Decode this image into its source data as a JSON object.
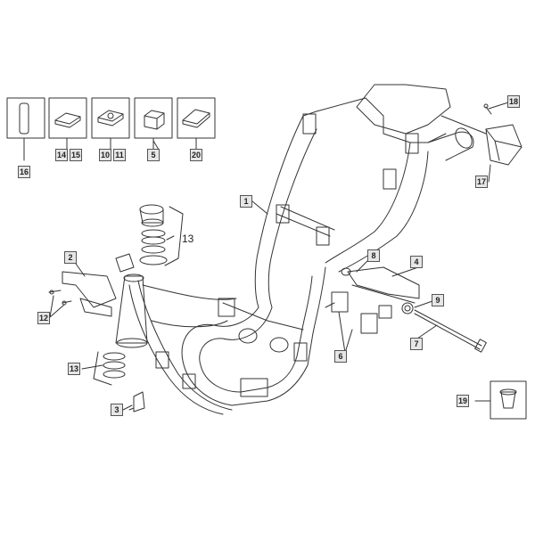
{
  "title": "",
  "callouts": {
    "c1": "1",
    "c2": "2",
    "c3": "3",
    "c4": "4",
    "c5": "5",
    "c6": "6",
    "c7": "7",
    "c8": "8",
    "c9": "9",
    "c10": "10",
    "c11": "11",
    "c12": "12",
    "c13a": "13",
    "c13b": "13",
    "c14": "14",
    "c15": "15",
    "c16": "16",
    "c17": "17",
    "c18": "18",
    "c19": "19",
    "c20": "20"
  },
  "colors": {
    "line": "#333333",
    "label_bg": "#e6e6e6"
  }
}
